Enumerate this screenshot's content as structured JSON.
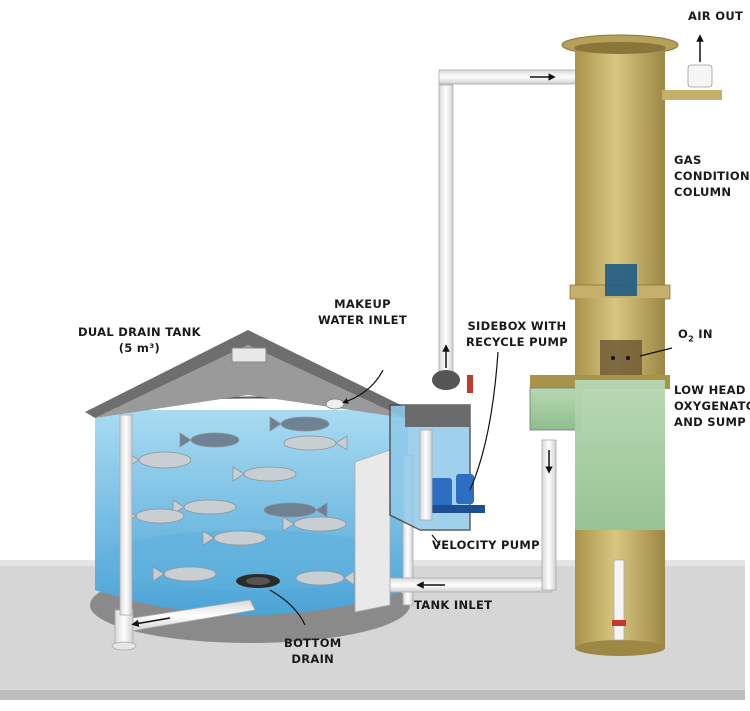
{
  "labels": {
    "air_out": "AIR OUT",
    "gas_conditioning_column": "GAS\nCONDITIONING\nCOLUMN",
    "makeup_water_inlet": "MAKEUP\nWATER INLET",
    "sidebox_with_recycle_pump": "SIDEBOX WITH\nRECYCLE PUMP",
    "dual_drain_tank": "DUAL DRAIN TANK\n(5 m³)",
    "o2_in_prefix": "O",
    "o2_in_sub": "2",
    "o2_in_suffix": " IN",
    "low_head_oxygenator_and_sump": "LOW HEAD\nOXYGENATOR\nAND SUMP",
    "velocity_pump": "VELOCITY PUMP",
    "tank_inlet": "TANK INLET",
    "bottom_drain": "BOTTOM\nDRAIN"
  },
  "colors": {
    "water": "#7ec3e6",
    "water_dark": "#3d9dd1",
    "column": "#c9b56a",
    "column_dark": "#a8934a",
    "sump_water": "#9cc59a",
    "pipe": "#f4f4f4",
    "pump_blue": "#2c6fc2",
    "roof": "#7a7a7a",
    "floor": "#d4d4d4"
  }
}
